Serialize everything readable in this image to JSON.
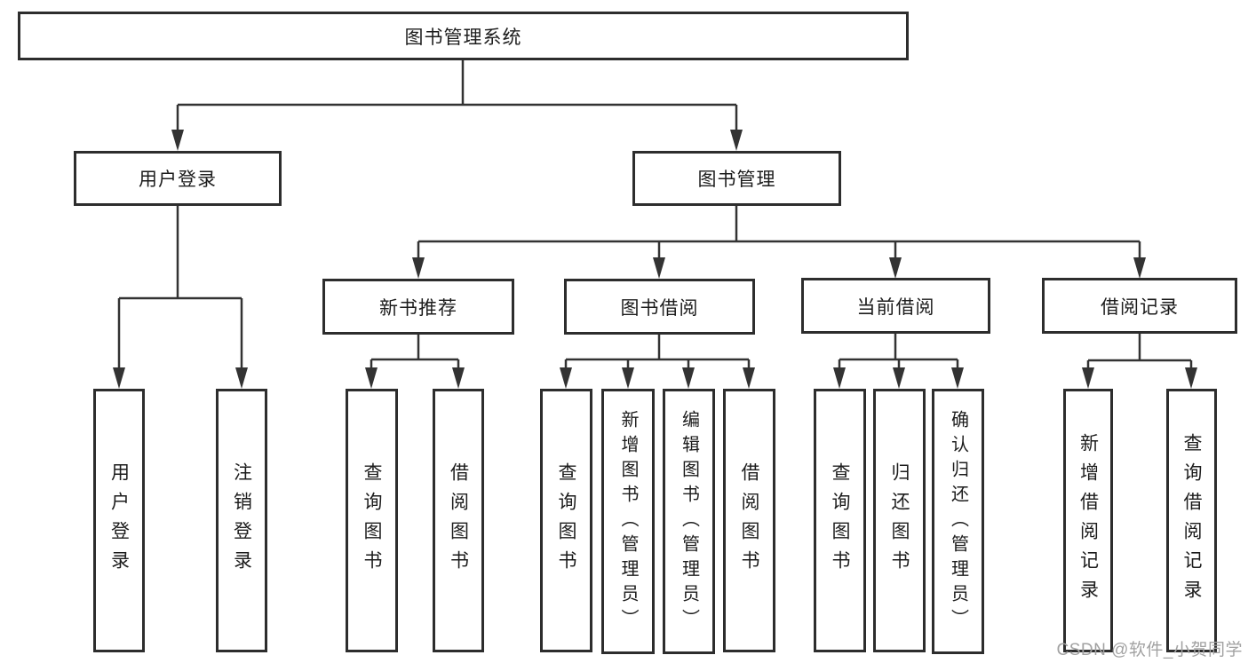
{
  "colors": {
    "background": "#ffffff",
    "box_border": "#2d2d2d",
    "connector": "#333333",
    "text": "#1c1c1c",
    "watermark": "#a2a2a2"
  },
  "watermark": {
    "text": "CSDN @软件_小贺同学"
  },
  "tree": {
    "label": "图书管理系统",
    "children": [
      {
        "label": "用户登录",
        "children": [
          {
            "label": "用户登录"
          },
          {
            "label": "注销登录"
          }
        ]
      },
      {
        "label": "图书管理",
        "children": [
          {
            "label": "新书推荐",
            "children": [
              {
                "label": "查询图书"
              },
              {
                "label": "借阅图书"
              }
            ]
          },
          {
            "label": "图书借阅",
            "children": [
              {
                "label": "查询图书"
              },
              {
                "label": "新增图书（管理员）"
              },
              {
                "label": "编辑图书（管理员）"
              },
              {
                "label": "借阅图书"
              }
            ]
          },
          {
            "label": "当前借阅",
            "children": [
              {
                "label": "查询图书"
              },
              {
                "label": "归还图书"
              },
              {
                "label": "确认归还（管理员）"
              }
            ]
          },
          {
            "label": "借阅记录",
            "children": [
              {
                "label": "新增借阅记录"
              },
              {
                "label": "查询借阅记录"
              }
            ]
          }
        ]
      }
    ]
  }
}
